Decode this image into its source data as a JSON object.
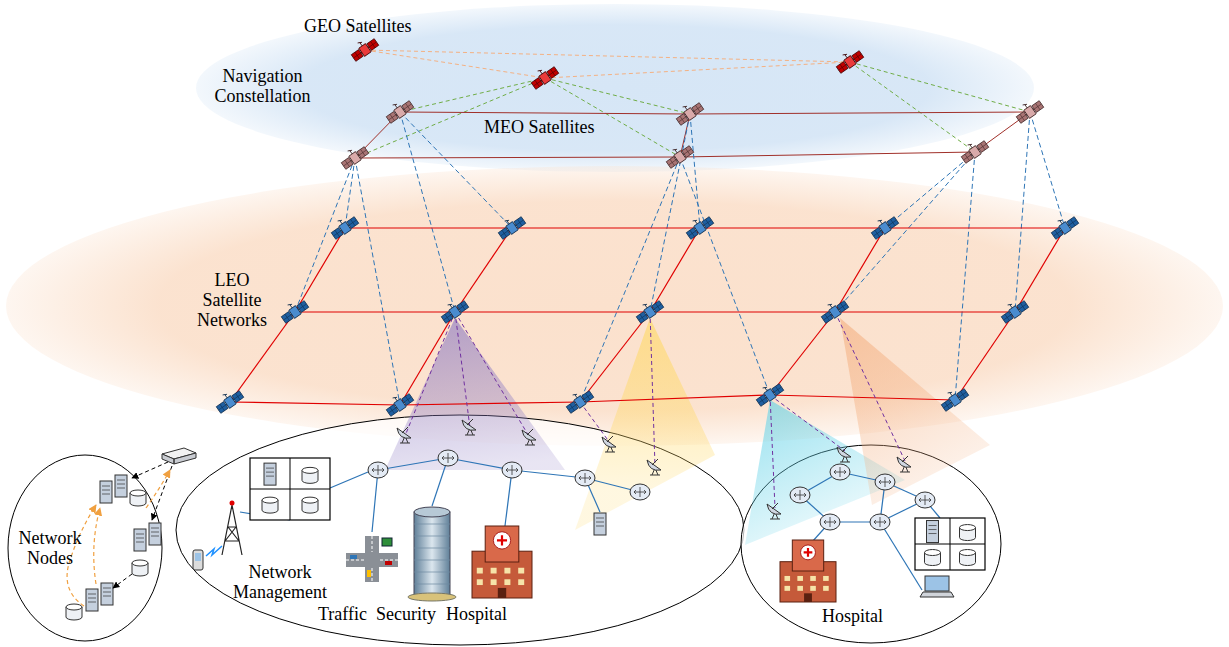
{
  "diagram": {
    "nodes": [
      {
        "text": [
          "GEO Satellites",
          "Navigation Constellation",
          "MEO Satellites"
        ]
      },
      {
        "text": [
          "LEO Satellite Networks"
        ]
      },
      {
        "text": [
          "Network Nodes"
        ]
      },
      {
        "text": [
          "Network Management",
          "Traffic",
          "Security",
          "Hospital"
        ]
      },
      {
        "text": [
          "Hospital"
        ]
      }
    ]
  }
}
